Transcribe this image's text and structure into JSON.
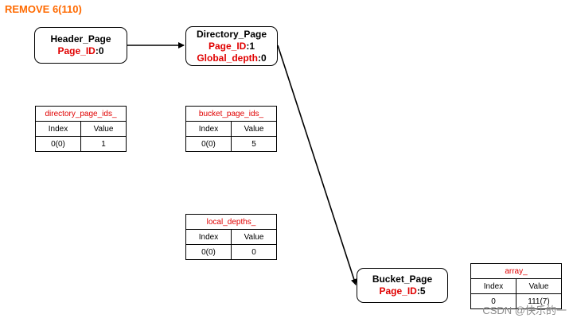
{
  "title": "REMOVE 6(110)",
  "header_page": {
    "name": "Header_Page",
    "id_label": "Page_ID",
    "id_value": ":0"
  },
  "directory_page": {
    "name": "Directory_Page",
    "id_label": "Page_ID",
    "id_value": ":1",
    "depth_label": "Global_depth",
    "depth_value": ":0"
  },
  "bucket_page": {
    "name": "Bucket_Page",
    "id_label": "Page_ID",
    "id_value": ":5"
  },
  "tables": {
    "directory_page_ids": {
      "caption": "directory_page_ids_",
      "headers": [
        "Index",
        "Value"
      ],
      "rows": [
        [
          "0(0)",
          "1"
        ]
      ]
    },
    "bucket_page_ids": {
      "caption": "bucket_page_ids_",
      "headers": [
        "Index",
        "Value"
      ],
      "rows": [
        [
          "0(0)",
          "5"
        ]
      ]
    },
    "local_depths": {
      "caption": "local_depths_",
      "headers": [
        "Index",
        "Value"
      ],
      "rows": [
        [
          "0(0)",
          "0"
        ]
      ]
    },
    "array": {
      "caption": "array_",
      "headers": [
        "Index",
        "Value"
      ],
      "rows": [
        [
          "0",
          "111(7)"
        ]
      ]
    }
  },
  "watermark": "CSDN @快乐的一"
}
